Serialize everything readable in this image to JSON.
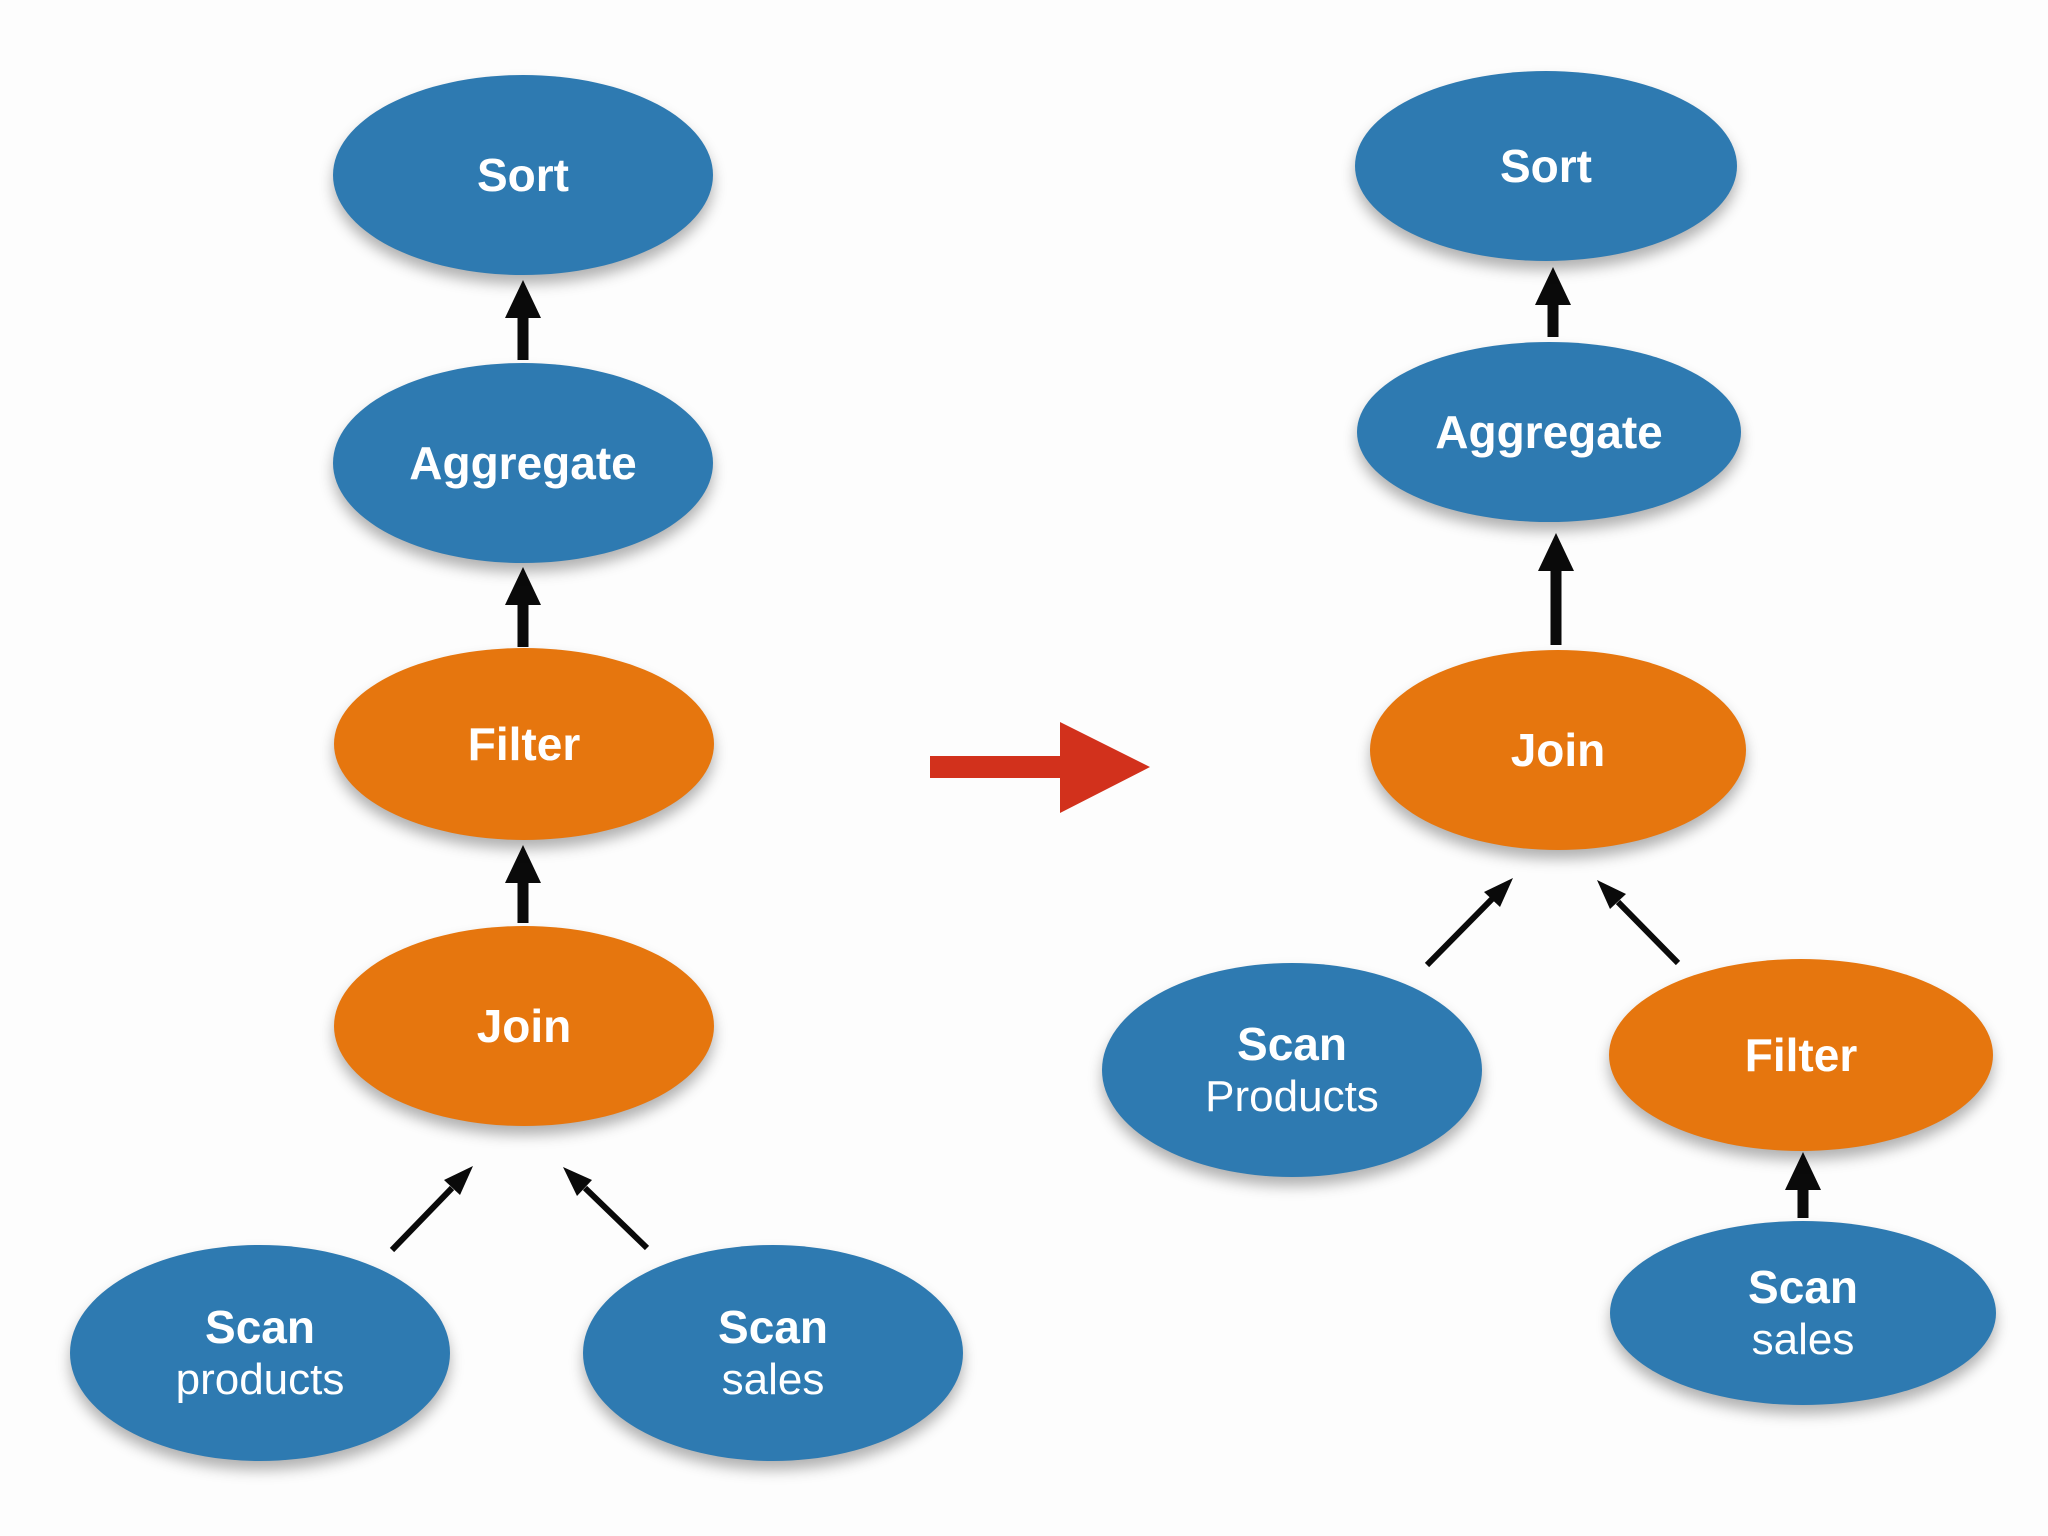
{
  "colors": {
    "node_blue": "#2e7ab1",
    "node_orange": "#e6760e",
    "transform_red": "#d2311c",
    "edge_black": "#0a0a0a",
    "label_white": "#ffffff",
    "background": "#fdfdfd"
  },
  "before": {
    "sort": {
      "label": "Sort"
    },
    "aggregate": {
      "label": "Aggregate"
    },
    "filter": {
      "label": "Filter"
    },
    "join": {
      "label": "Join"
    },
    "scan_products": {
      "label": "Scan",
      "sublabel": "products"
    },
    "scan_sales": {
      "label": "Scan",
      "sublabel": "sales"
    }
  },
  "after": {
    "sort": {
      "label": "Sort"
    },
    "aggregate": {
      "label": "Aggregate"
    },
    "join": {
      "label": "Join"
    },
    "scan_products": {
      "label": "Scan",
      "sublabel": "Products"
    },
    "filter": {
      "label": "Filter"
    },
    "scan_sales": {
      "label": "Scan",
      "sublabel": "sales"
    }
  },
  "edges_before": [
    [
      "Scan products",
      "Join"
    ],
    [
      "Scan sales",
      "Join"
    ],
    [
      "Join",
      "Filter"
    ],
    [
      "Filter",
      "Aggregate"
    ],
    [
      "Aggregate",
      "Sort"
    ]
  ],
  "edges_after": [
    [
      "Scan Products",
      "Join"
    ],
    [
      "Scan sales",
      "Filter"
    ],
    [
      "Filter",
      "Join"
    ],
    [
      "Join",
      "Aggregate"
    ],
    [
      "Aggregate",
      "Sort"
    ]
  ]
}
